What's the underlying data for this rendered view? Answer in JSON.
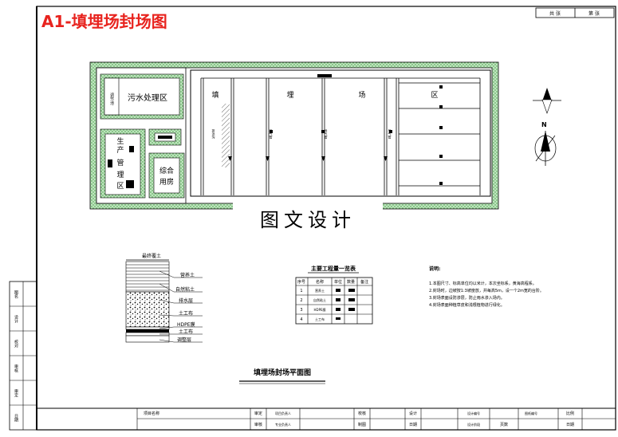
{
  "title": "A1-填埋场封场图",
  "watermark": "图文设计",
  "top_right_cells": [
    "共 张",
    "第 张"
  ],
  "site": {
    "zones": {
      "sewage": "污水处理区",
      "sewage_small": "调节池",
      "production": [
        "生",
        "产",
        "管",
        "理",
        "区"
      ],
      "composite": [
        "综合",
        "用房"
      ]
    },
    "landfill_labels": [
      "填",
      "埋",
      "场",
      "区"
    ],
    "trench_labels": [
      "排洪沟",
      "导气管",
      "导气管",
      "导气管"
    ]
  },
  "north": "N",
  "section": {
    "top_label": "最终覆土",
    "layers": [
      "营养土",
      "自然粘土",
      "排水层",
      "土工布",
      "HDPE膜",
      "土工布",
      "调整层"
    ]
  },
  "quantity_table": {
    "title": "主要工程量一览表",
    "headers": [
      "序号",
      "名称",
      "单位",
      "数量",
      "备注"
    ],
    "rows": [
      [
        "1",
        "营养土",
        "",
        "",
        ""
      ],
      [
        "2",
        "自然粘土",
        "",
        "",
        ""
      ],
      [
        "3",
        "HDPE膜",
        "",
        "",
        ""
      ],
      [
        "4",
        "土工布",
        "",
        "",
        ""
      ]
    ]
  },
  "notes": {
    "heading": "说明:",
    "items": [
      "1.本图尺寸、标高单位均以米计，本次坐标系，黄海高程系。",
      "2.封场时，边坡按1:3坡度放，并每高5m，设一个2m宽的台阶。",
      "3.封场表面设防渗层，防止雨水渗入场内。",
      "4.封场表面种植草皮和浅根植物进行绿化。"
    ]
  },
  "drawing_caption": "填埋场封场平面图",
  "left_strip": [
    "图名",
    "设计",
    "校对",
    "审核",
    "审定",
    "日期"
  ],
  "title_block": {
    "row1": [
      "项目名称",
      "审定",
      "项目负责人",
      "校核",
      "设计",
      "设计编号",
      "图纸编号",
      "比例"
    ],
    "row2": [
      "审核",
      "专业负责人",
      "制图",
      "设计阶段",
      "日期",
      "页数",
      "日期"
    ]
  },
  "colors": {
    "green": "#6fbf6f",
    "frame": "#000000",
    "title_red": "#e8231e"
  }
}
